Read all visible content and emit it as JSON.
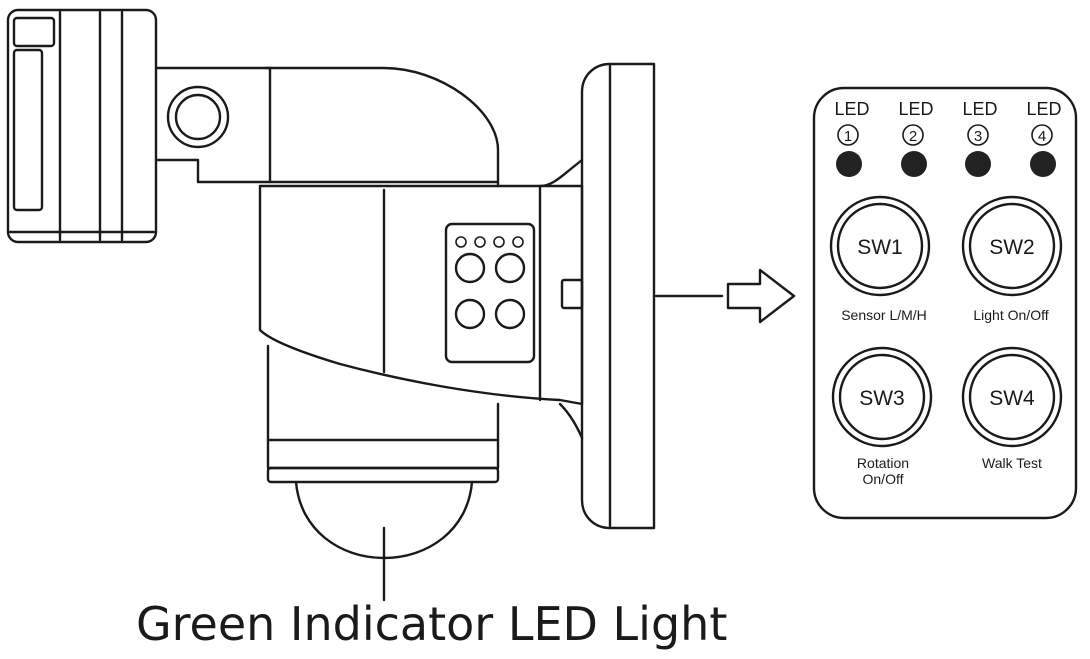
{
  "caption": "Green Indicator LED Light",
  "panel": {
    "leds": [
      {
        "label": "LED",
        "number": "1"
      },
      {
        "label": "LED",
        "number": "2"
      },
      {
        "label": "LED",
        "number": "3"
      },
      {
        "label": "LED",
        "number": "4"
      }
    ],
    "switches": [
      {
        "label": "SW1",
        "caption": "Sensor L/M/H"
      },
      {
        "label": "SW2",
        "caption": "Light On/Off"
      },
      {
        "label": "SW3",
        "caption": "Rotation",
        "caption2": "On/Off"
      },
      {
        "label": "SW4",
        "caption": "Walk Test"
      }
    ]
  },
  "icons": {
    "callout_arrow": "outline-arrow-right-icon",
    "led_dot": "filled-circle-icon"
  }
}
